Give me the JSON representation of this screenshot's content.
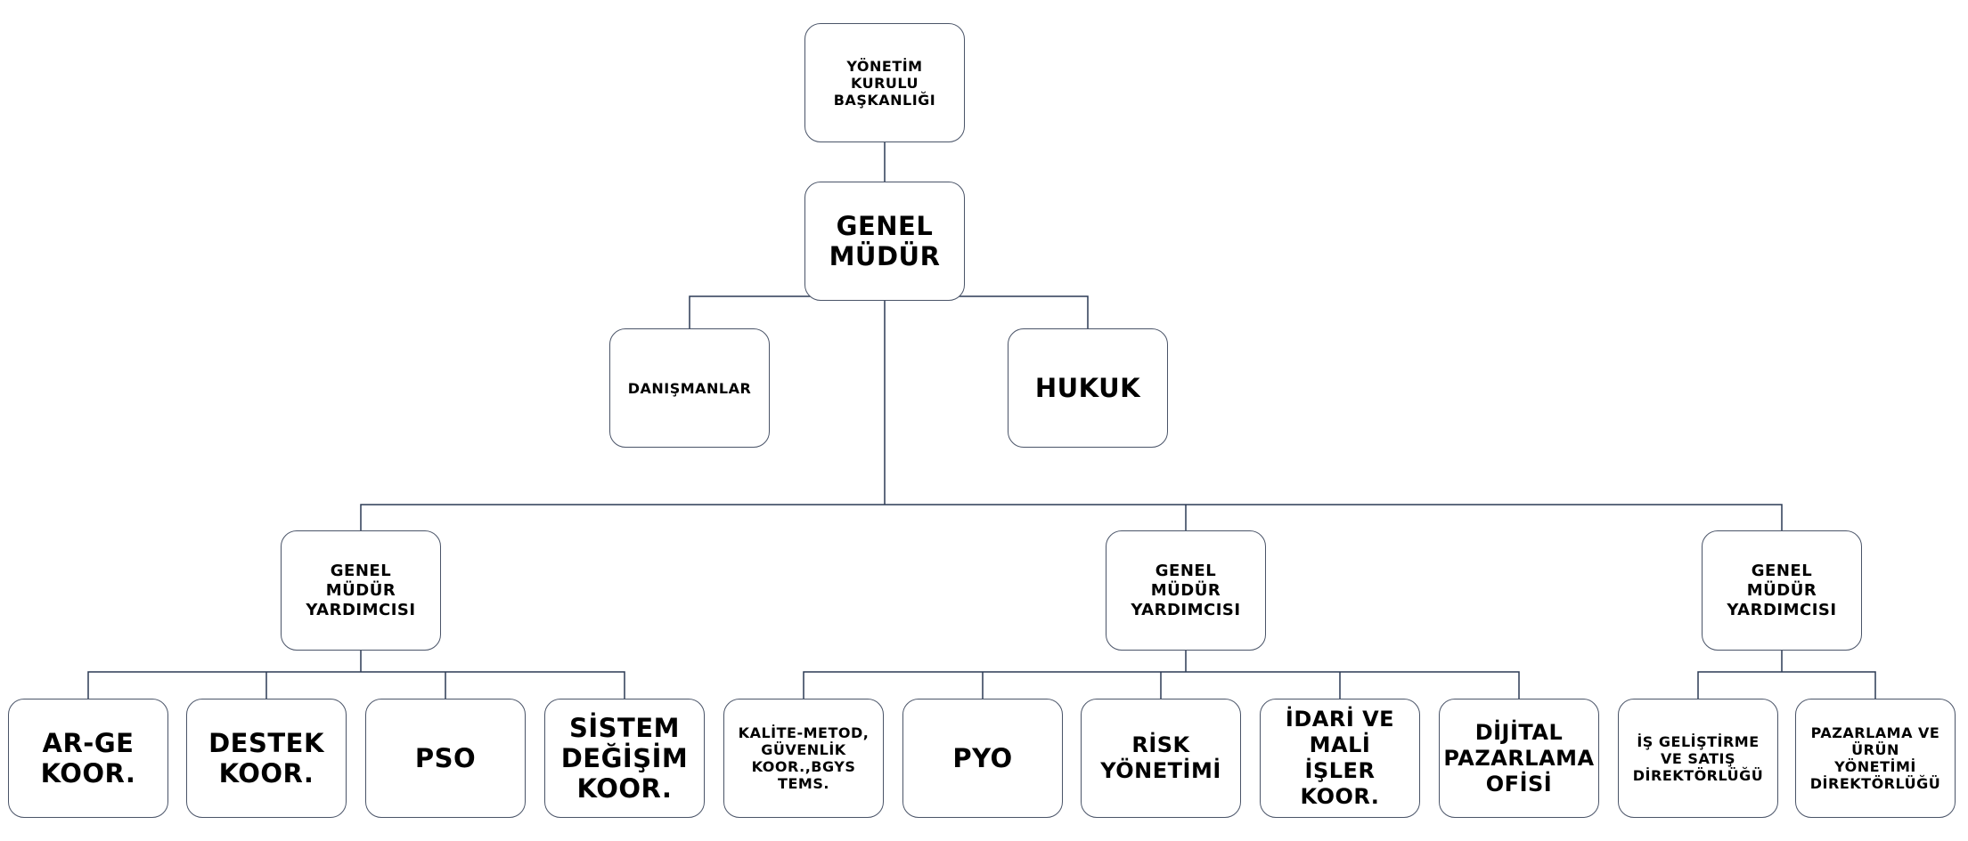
{
  "diagram": {
    "line_color": "#2b3a55",
    "nodes": {
      "board": "YÖNETİM\nKURULU\nBAŞKANLIĞI",
      "gm": "GENEL\nMÜDÜR",
      "advisors": "DANIŞMANLAR",
      "legal": "HUKUK",
      "dgm1": "GENEL\nMÜDÜR\nYARDIMCISI",
      "dgm2": "GENEL\nMÜDÜR\nYARDIMCISI",
      "dgm3": "GENEL\nMÜDÜR\nYARDIMCISI",
      "arge": "AR-GE\nKOOR.",
      "destek": "DESTEK\nKOOR.",
      "pso": "PSO",
      "sistem": "SİSTEM\nDEĞİŞİM\nKOOR.",
      "kalite": "KALİTE-METOD,\nGÜVENLİK\nKOOR.,BGYS\nTEMS.",
      "pyo": "PYO",
      "risk": "RİSK\nYÖNETİMİ",
      "idari": "İDARİ VE\nMALİ\nİŞLER\nKOOR.",
      "dijital": "DİJİTAL\nPAZARLAMA\nOFİSİ",
      "isgel": "İŞ GELİŞTİRME\nVE SATIŞ\nDİREKTÖRLÜĞÜ",
      "pazarlama": "PAZARLAMA VE\nÜRÜN\nYÖNETİMİ\nDİREKTÖRLÜĞÜ"
    }
  }
}
